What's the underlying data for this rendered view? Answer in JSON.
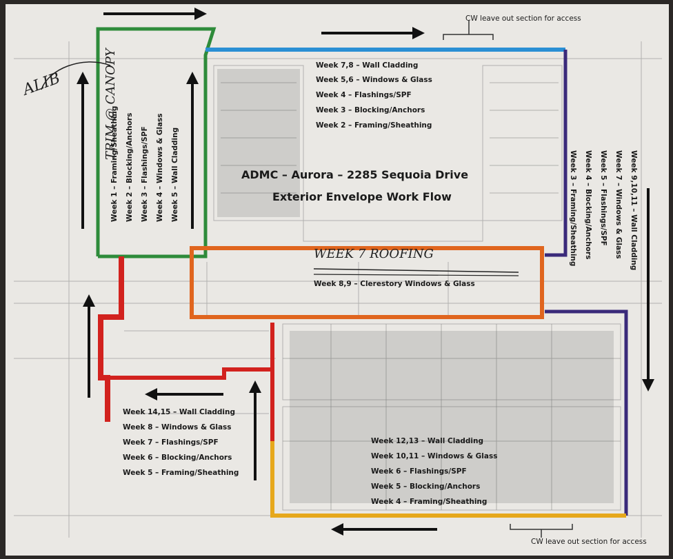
{
  "title": {
    "line1": "ADMC – Aurora – 2285 Sequoia Drive",
    "line2": "Exterior Envelope Work Flow"
  },
  "cw_notes": {
    "top": "CW leave out section for access",
    "bottom": "CW leave out section for access"
  },
  "sections": {
    "blue_top": [
      "Week 7,8 – Wall Cladding",
      "Week 5,6 – Windows & Glass",
      "Week 4 – Flashings/SPF",
      "Week 3 – Blocking/Anchors",
      "Week 2 – Framing/Sheathing"
    ],
    "green_left": [
      "Week 5 – Wall Cladding",
      "Week 4 – Windows & Glass",
      "Week 3 – Flashings/SPF",
      "Week 2 – Blocking/Anchors",
      "Week 1 – Framing/Sheathing"
    ],
    "purple_right": [
      "Week 9,10,11 – Wall Cladding",
      "Week 7 – Windows & Glass",
      "Week 5 – Flashings/SPF",
      "Week 4 – Blocking/Anchors",
      "Week 3 – Framing/Sheathing"
    ],
    "orange_middle": [
      "Week 8,9 – Clerestory Windows & Glass"
    ],
    "red_left": [
      "Week 14,15 – Wall Cladding",
      "Week 8 – Windows & Glass",
      "Week 7 – Flashings/SPF",
      "Week 6 – Blocking/Anchors",
      "Week 5 – Framing/Sheathing"
    ],
    "yellow_bottom": [
      "Week 12,13 – Wall Cladding",
      "Week 10,11 – Windows & Glass",
      "Week 6 – Flashings/SPF",
      "Week 5 – Blocking/Anchors",
      "Week 4 – Framing/Sheathing"
    ]
  },
  "handwritten": {
    "corner": "ALIB",
    "green": "TRIM @ CANOPY",
    "orange": "WEEK 7 ROOFING"
  },
  "colors": {
    "green": "#2e8b3a",
    "blue": "#2a8fd4",
    "purple": "#3a2a7a",
    "orange": "#e0651e",
    "red": "#d2221e",
    "yellow": "#e6a81c"
  }
}
